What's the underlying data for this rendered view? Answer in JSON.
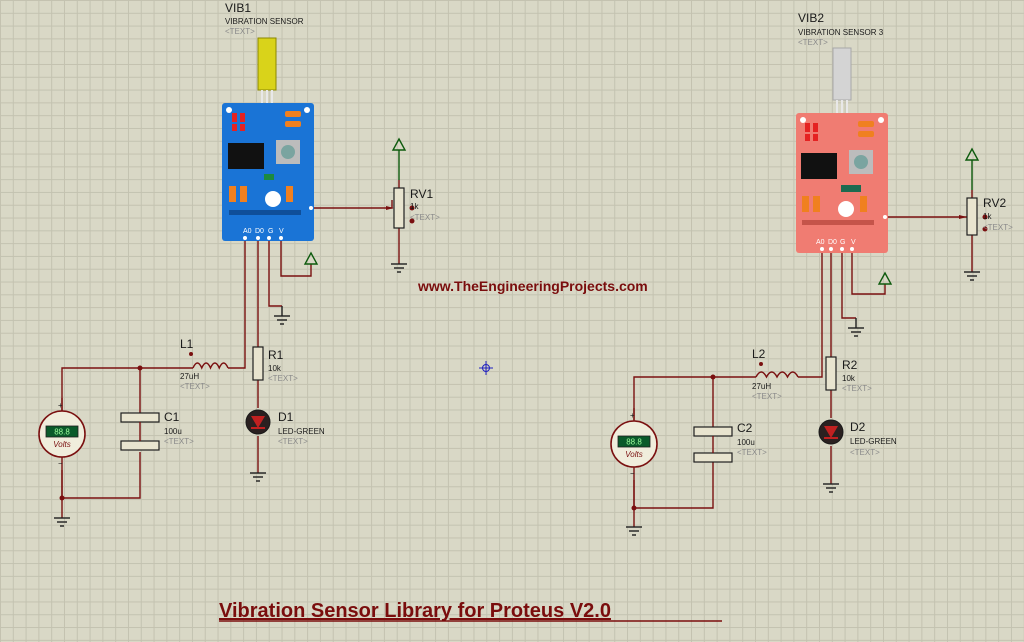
{
  "website": "www.TheEngineeringProjects.com",
  "title": "Vibration Sensor Library for Proteus V2.0",
  "placeholder": "<TEXT>",
  "pins": [
    "A0",
    "D0",
    "G",
    "V"
  ],
  "voltmeter_unit": "Volts",
  "voltmeter_reading": "88.8",
  "circuits": [
    {
      "sensor_ref": "VIB1",
      "sensor_name": "VIBRATION SENSOR",
      "sensor_color": "#1a74d6",
      "pot_ref": "RV1",
      "pot_value": "1k",
      "inductor_ref": "L1",
      "inductor_value": "27uH",
      "resistor_ref": "R1",
      "resistor_value": "10k",
      "cap_ref": "C1",
      "cap_value": "100u",
      "led_ref": "D1",
      "led_value": "LED-GREEN"
    },
    {
      "sensor_ref": "VIB2",
      "sensor_name": "VIBRATION SENSOR 3",
      "sensor_color": "#f07c72",
      "pot_ref": "RV2",
      "pot_value": "1k",
      "inductor_ref": "L2",
      "inductor_value": "27uH",
      "resistor_ref": "R2",
      "resistor_value": "10k",
      "cap_ref": "C2",
      "cap_value": "100u",
      "led_ref": "D2",
      "led_value": "LED-GREEN"
    }
  ]
}
